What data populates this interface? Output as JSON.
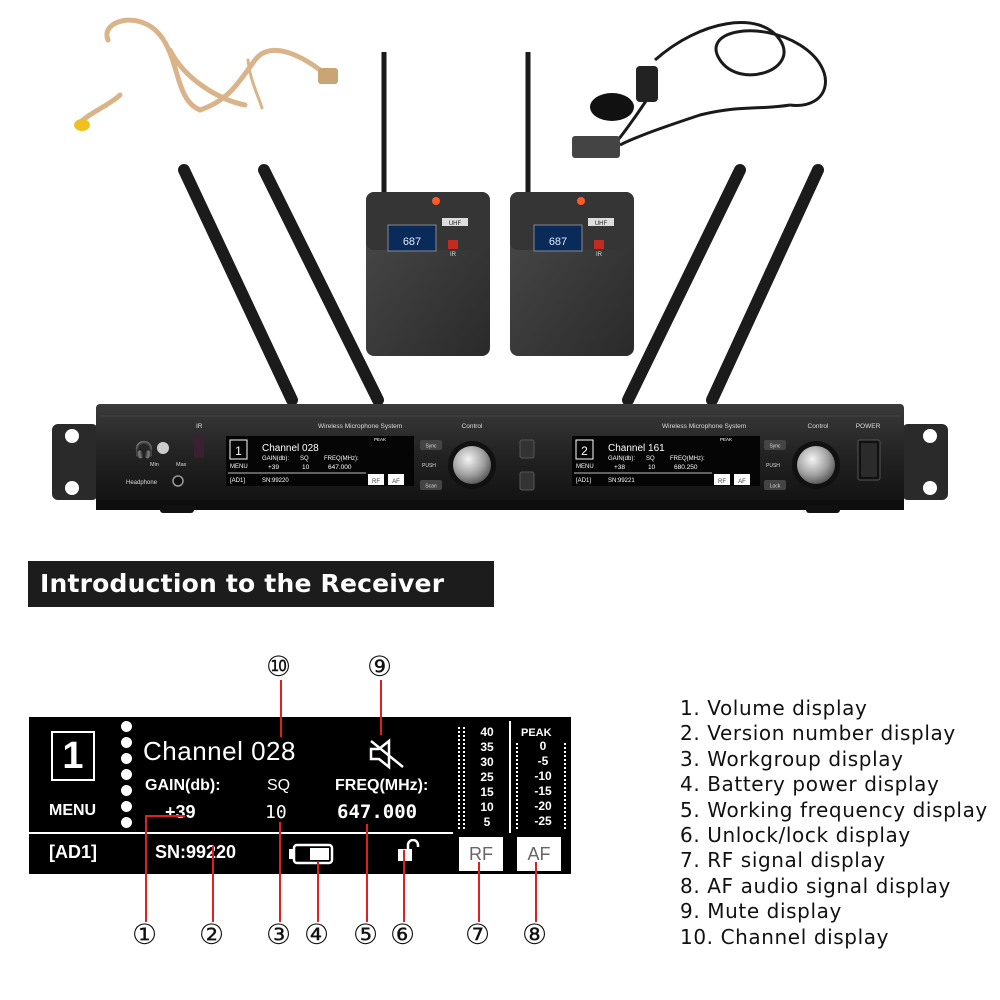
{
  "product": {
    "panel_title_left": "Wireless Microphone System",
    "panel_title_right": "Wireless Microphone System",
    "control_label_left": "Control",
    "control_label_right": "Control",
    "power_label": "POWER",
    "ir_label": "IR",
    "headphone_label": "Headphone",
    "min_label": "Min",
    "max_label": "Max",
    "sync_label": "Sync",
    "push_label": "PUSH",
    "scan_label": "Scan",
    "lock_label": "Lock",
    "transmitter_ir_label": "IR",
    "transmitter_display_value": "687",
    "transmitter_band_label": "UHF",
    "screen_left": {
      "number": "1",
      "menu": "MENU",
      "channel": "Channel 028",
      "gain_label": "GAIN(db):",
      "sq_label": "SQ",
      "freq_label": "FREQ(MHz):",
      "gain": "+39",
      "sq": "10",
      "freq": "647.000",
      "workgroup": "[AD1]",
      "sn": "SN:99220",
      "rf": "RF",
      "af": "AF",
      "peak": "PEAK"
    },
    "screen_right": {
      "number": "2",
      "menu": "MENU",
      "channel": "Channel 161",
      "gain_label": "GAIN(db):",
      "sq_label": "SQ",
      "freq_label": "FREQ(MHz):",
      "gain": "+38",
      "sq": "10",
      "freq": "680.250",
      "workgroup": "[AD1]",
      "sn": "SN:99221",
      "rf": "RF",
      "af": "AF",
      "peak": "PEAK"
    }
  },
  "banner": {
    "title": "Introduction to the Receiver Display"
  },
  "display": {
    "number": "1",
    "menu": "MENU",
    "channel": "Channel 028",
    "gain_label": "GAIN(db):",
    "sq_label": "SQ",
    "freq_label": "FREQ(MHz):",
    "gain": "+39",
    "sq": "10",
    "freq": "647.000",
    "workgroup": "[AD1]",
    "sn": "SN:99220",
    "rf_scale": [
      "40",
      "35",
      "30",
      "25",
      "15",
      "10",
      "5"
    ],
    "af_scale": [
      "0",
      "-5",
      "-10",
      "-15",
      "-20",
      "-25"
    ],
    "peak": "PEAK",
    "rf": "RF",
    "af": "AF"
  },
  "callouts": [
    "①",
    "②",
    "③",
    "④",
    "⑤",
    "⑥",
    "⑦",
    "⑧",
    "⑨",
    "⑩"
  ],
  "legend": [
    "1. Volume display",
    "2. Version number display",
    "3. Workgroup display",
    "4. Battery power display",
    "5. Working frequency display",
    "6. Unlock/lock display",
    "7. RF signal display",
    "8. AF audio signal display",
    "9. Mute display",
    "10. Channel display"
  ],
  "colors": {
    "banner_bg": "#1c1c1c",
    "panel": "#222222",
    "lcd_bg": "#000000",
    "accent_red": "#d62b1f"
  }
}
